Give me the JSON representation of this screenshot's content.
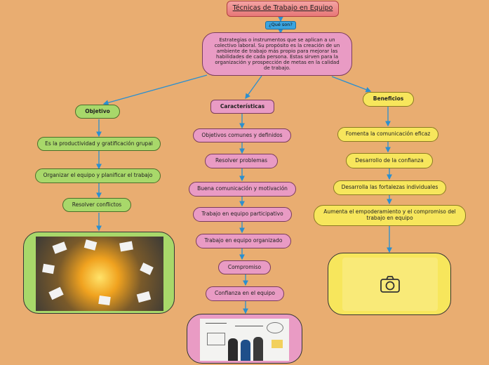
{
  "title": "Técnicas de Trabajo en Equipo",
  "question": "¿Qué son?",
  "definition": "Estrategias o instrumentos que se aplican a un colectivo laboral. Su propósito es la creación de un ambiente de trabajo más propio para mejorar las habilidades de cada persona. Estas sirven para la organización y prospección de metas en la calidad de trabajo.",
  "objetivo": {
    "label": "Objetivo",
    "items": [
      "Es la productividad y gratificación grupal",
      "Organizar el equipo y planificar el trabajo",
      "Resolver conflictos"
    ]
  },
  "caracteristicas": {
    "label": "Características",
    "items": [
      "Objetivos comunes y definidos",
      "Resolver problemas",
      "Buena comunicación y motivación",
      "Trabajo en equipo participativo",
      "Trabajo en equipo organizado",
      "Compromiso",
      "Confianza en el equipo"
    ]
  },
  "beneficios": {
    "label": "Beneficios",
    "items": [
      "Fomenta la comunicación eficaz",
      "Desarrollo de la confianza",
      "Desarrolla las fortalezas individuales",
      "Aumenta el empoderamiento y el compromiso del trabajo en equipo"
    ]
  },
  "icons": {
    "placeholder": "camera-icon"
  },
  "colors": {
    "background": "#e9ad71",
    "green": "#a8d86a",
    "pink": "#e99bc4",
    "yellow": "#f7e65c",
    "link": "#2a8fd0"
  }
}
